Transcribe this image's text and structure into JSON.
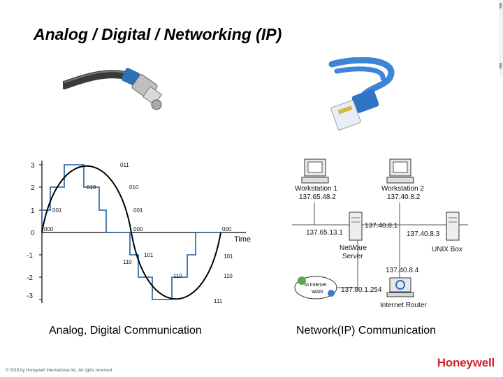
{
  "slide": {
    "title": "Analog / Digital / Networking (IP)",
    "caption_left": "Analog, Digital Communication",
    "caption_right": "Network(IP) Communication",
    "footer": "© 2015 by Honeywell International Inc. All rights reserved.",
    "logo": "Honeywell",
    "logo_color": "#d2232a"
  },
  "waveform": {
    "y_ticks": [
      "3",
      "2",
      "1",
      "0",
      "-1",
      "-2",
      "-3"
    ],
    "x_label": "Time",
    "codes": [
      "011",
      "010",
      "010",
      "001",
      "001",
      "000",
      "000",
      "000",
      "101",
      "101",
      "110",
      "110",
      "110",
      "111"
    ],
    "colors": {
      "sine": "#000000",
      "digital": "#1f5fa0",
      "axis": "#000000"
    }
  },
  "network": {
    "workstation1": {
      "name": "Workstation 1",
      "ip": "137.65.48.2"
    },
    "workstation2": {
      "name": "Workstation 2",
      "ip": "137.40.8.2"
    },
    "netware": {
      "line1": "NetWare",
      "line2": "Server",
      "ip_left": "137.65.13.1",
      "ip_right": "137.40.8.1"
    },
    "unix": {
      "name": "UNIX Box",
      "ip": "137.40.8.3"
    },
    "router": {
      "name": "Internet Router",
      "ip_top": "137.40.8.4",
      "ip_left": "137.80.1.254"
    },
    "cloud": {
      "line1": "to Internet",
      "line2": "WAN"
    }
  }
}
